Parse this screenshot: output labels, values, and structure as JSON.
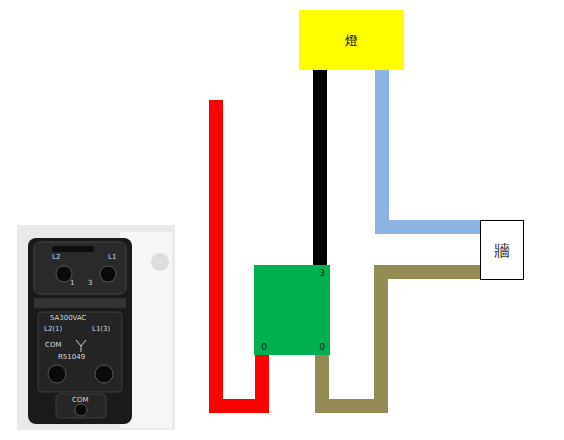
{
  "diagram": {
    "nodes": [
      {
        "text": [
          "燈"
        ]
      },
      {
        "text": [
          "3",
          "0",
          "0"
        ]
      },
      {
        "text": [
          "牆"
        ]
      }
    ],
    "edges": [
      {
        "from": 0,
        "to": 1,
        "arrow": "none"
      },
      {
        "from": 0,
        "to": 2,
        "arrow": "none"
      },
      {
        "from": 1,
        "to": 2,
        "arrow": "none"
      }
    ],
    "labels": [
      "L2",
      "L1",
      "1",
      "3",
      "5A300VAC",
      "L2(1)",
      "L1(3)",
      "COM",
      "R51049",
      "COM"
    ]
  }
}
